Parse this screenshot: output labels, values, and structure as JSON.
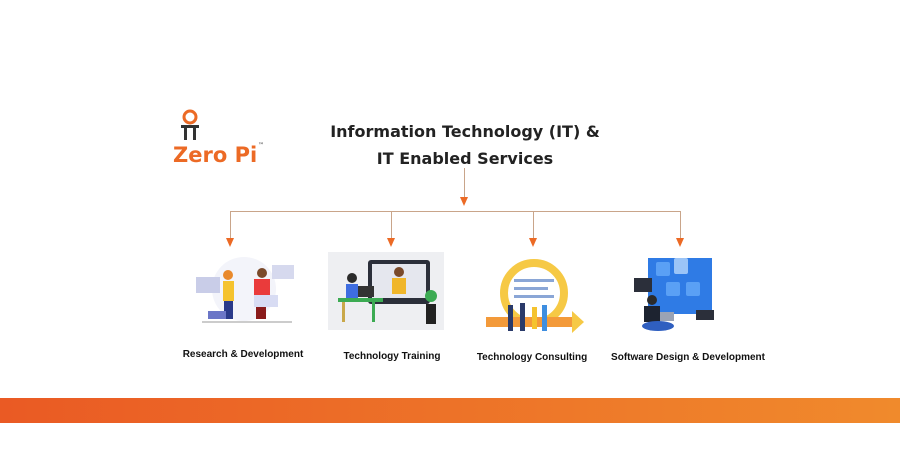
{
  "logo": {
    "text": "Zero Pi",
    "trademark": "™",
    "symbol": "π"
  },
  "title": {
    "line1": "Information Technology (IT) &",
    "line2": "IT Enabled Services"
  },
  "branches": [
    {
      "label": "Research & Development",
      "icon": "research-illustration"
    },
    {
      "label": "Technology Training",
      "icon": "training-illustration"
    },
    {
      "label": "Technology Consulting",
      "icon": "consulting-illustration"
    },
    {
      "label": "Software Design & Development",
      "icon": "software-illustration"
    }
  ],
  "colors": {
    "accent": "#ec6a25",
    "connector": "#c9a58a",
    "band_start": "#ea5a24",
    "band_end": "#f08a2c"
  }
}
